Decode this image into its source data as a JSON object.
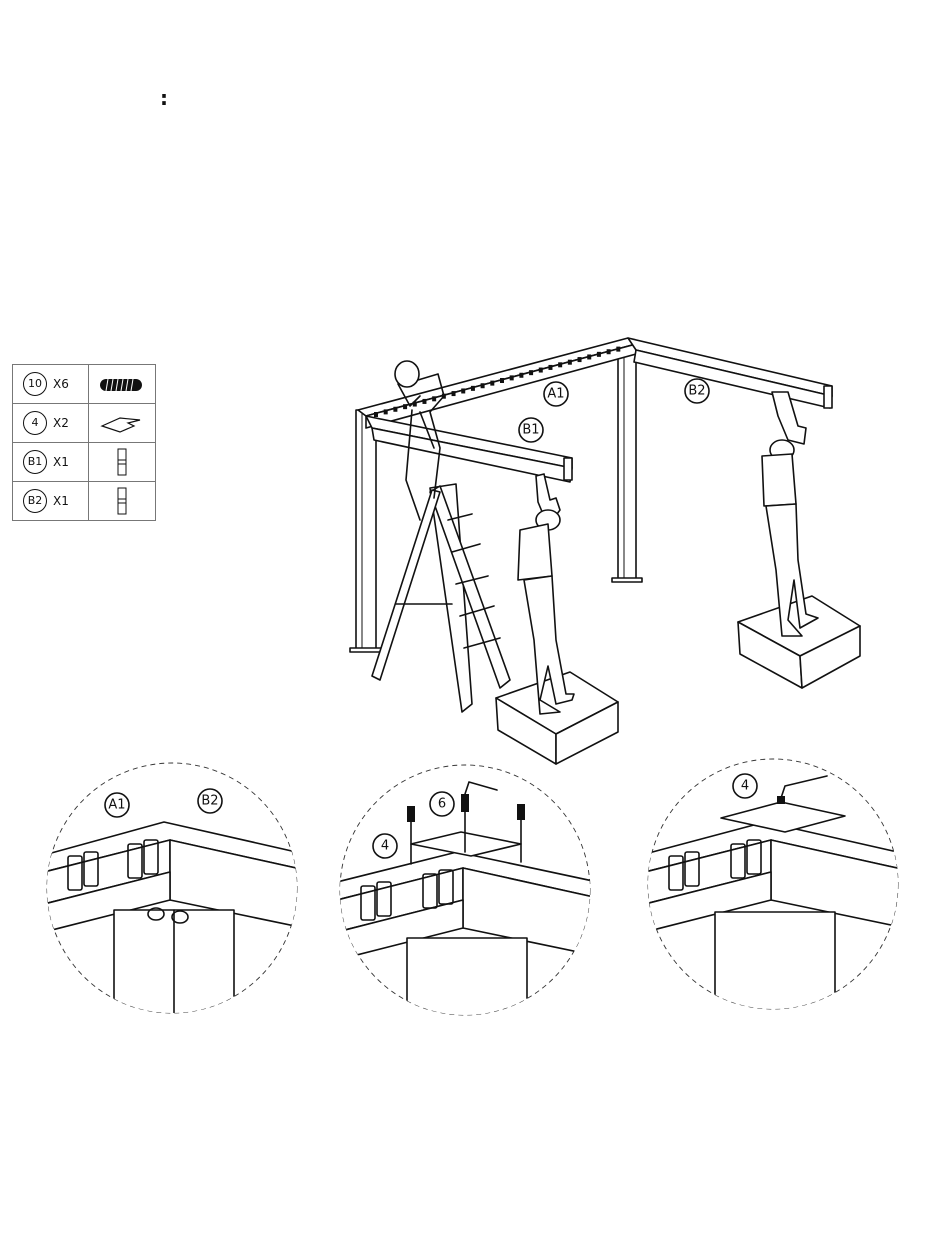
{
  "heading": {
    "colon": ":"
  },
  "parts": [
    {
      "code": "10",
      "qty": "X6",
      "icon": "bolt-icon"
    },
    {
      "code": "4",
      "qty": "X2",
      "icon": "corner-plate-icon"
    },
    {
      "code": "B1",
      "qty": "X1",
      "icon": "bracket-icon"
    },
    {
      "code": "B2",
      "qty": "X1",
      "icon": "bracket-icon"
    }
  ],
  "main_labels": {
    "a1": "A1",
    "b1": "B1",
    "b2": "B2"
  },
  "detail1": {
    "a1": "A1",
    "b2": "B2"
  },
  "detail2": {
    "six": "6",
    "four": "4"
  },
  "detail3": {
    "four": "4"
  }
}
